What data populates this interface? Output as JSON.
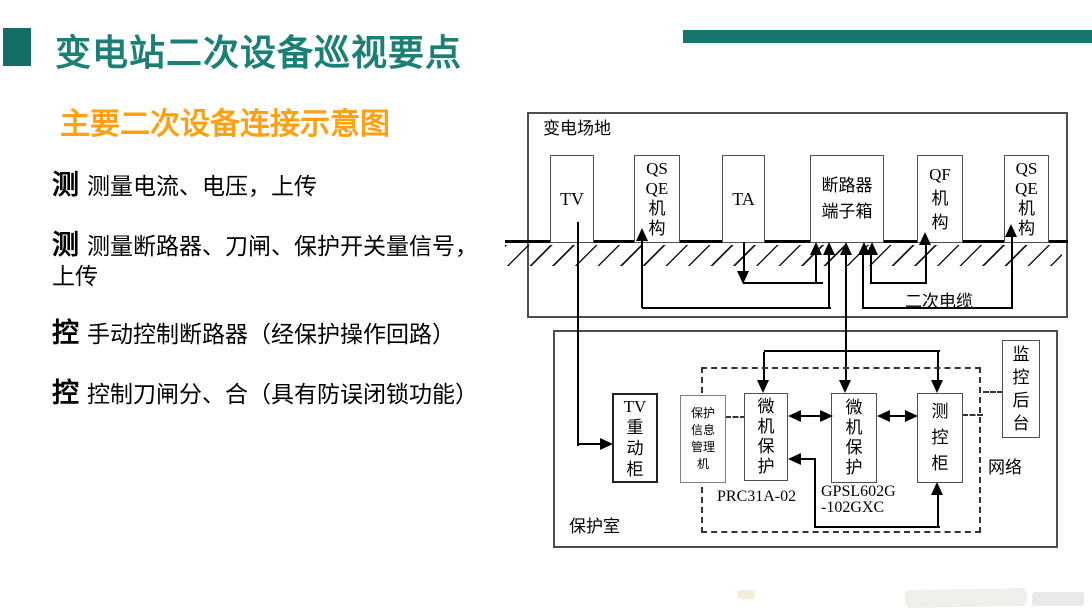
{
  "slide": {
    "title": "变电站二次设备巡视要点",
    "subtitle": "主要二次设备连接示意图",
    "bullets": [
      {
        "lead": "测",
        "text": "测量电流、电压，上传"
      },
      {
        "lead": "测",
        "text": "测量断路器、刀闸、保护开关量信号，上传"
      },
      {
        "lead": "控",
        "text": "手动控制断路器（经保护操作回路）"
      },
      {
        "lead": "控",
        "text": "控制刀闸分、合（具有防误闭锁功能）"
      }
    ],
    "colors": {
      "accent_teal": "#17756D",
      "title_teal": "#1A8076",
      "subtitle_orange": "#FFA011"
    }
  },
  "diagram": {
    "field_area": {
      "label": "变电场地",
      "boxes": {
        "tv": "TV",
        "qsqe1": "QS\nQE\n机\n构",
        "ta": "TA",
        "breaker_terminal": "断路器\n端子箱",
        "qf": "QF\n机\n构",
        "qsqe2": "QS\nQE\n机\n构"
      },
      "cable_label": "二次电缆"
    },
    "protection_room": {
      "label": "保护室",
      "boxes": {
        "tv_relay": "TV\n重\n动\n柜",
        "info_mgr": "保护\n信息\n管理\n机",
        "mp1": "微\n机\n保\n护",
        "mp2": "微\n机\n保\n护",
        "ctrl": "测\n控\n柜",
        "monitor": "监\n控\n后\n台"
      },
      "captions": {
        "mp1_model": "PRC31A-02",
        "mp2_model": "GPSL602G\n-102GXC",
        "network": "网络"
      }
    }
  }
}
